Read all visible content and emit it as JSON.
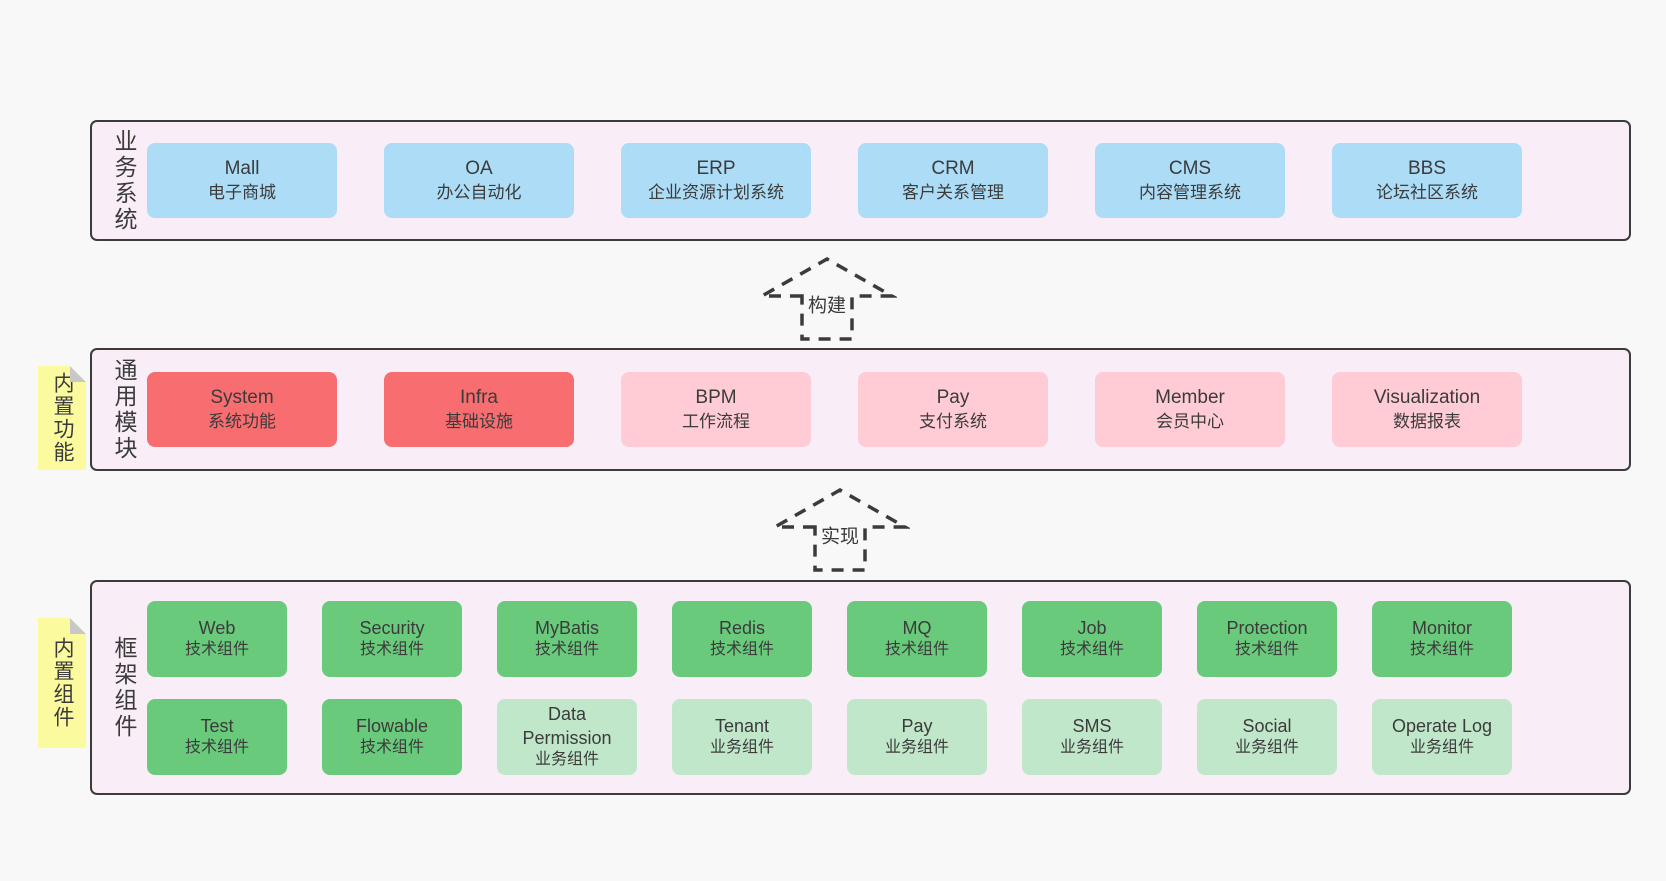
{
  "colors": {
    "page_bg": "#f8f8f8",
    "band_bg": "#f9edf8",
    "band_border": "#3b3b3b",
    "blue": "#addcf6",
    "red": "#f76d70",
    "pink": "#ffccd5",
    "green": "#69ca7b",
    "lightgreen": "#c0e7c9",
    "sticky_yellow": "#fbfa9e",
    "sticky_fold": "#c8c8c8",
    "text": "#3b3b3b"
  },
  "arrows": [
    {
      "label": "构建"
    },
    {
      "label": "实现"
    }
  ],
  "bands": [
    {
      "label": "业务系统",
      "rows": [
        [
          {
            "title": "Mall",
            "subtitle": "电子商城",
            "variant": "blue"
          },
          {
            "title": "OA",
            "subtitle": "办公自动化",
            "variant": "blue"
          },
          {
            "title": "ERP",
            "subtitle": "企业资源计划系统",
            "variant": "blue"
          },
          {
            "title": "CRM",
            "subtitle": "客户关系管理",
            "variant": "blue"
          },
          {
            "title": "CMS",
            "subtitle": "内容管理系统",
            "variant": "blue"
          },
          {
            "title": "BBS",
            "subtitle": "论坛社区系统",
            "variant": "blue"
          }
        ]
      ]
    },
    {
      "label": "通用模块",
      "sticky": "内置功能",
      "rows": [
        [
          {
            "title": "System",
            "subtitle": "系统功能",
            "variant": "red"
          },
          {
            "title": "Infra",
            "subtitle": "基础设施",
            "variant": "red"
          },
          {
            "title": "BPM",
            "subtitle": "工作流程",
            "variant": "pink"
          },
          {
            "title": "Pay",
            "subtitle": "支付系统",
            "variant": "pink"
          },
          {
            "title": "Member",
            "subtitle": "会员中心",
            "variant": "pink"
          },
          {
            "title": "Visualization",
            "subtitle": "数据报表",
            "variant": "pink"
          }
        ]
      ]
    },
    {
      "label": "框架组件",
      "sticky": "内置组件",
      "rows": [
        [
          {
            "title": "Web",
            "subtitle": "技术组件",
            "variant": "green"
          },
          {
            "title": "Security",
            "subtitle": "技术组件",
            "variant": "green"
          },
          {
            "title": "MyBatis",
            "subtitle": "技术组件",
            "variant": "green"
          },
          {
            "title": "Redis",
            "subtitle": "技术组件",
            "variant": "green"
          },
          {
            "title": "MQ",
            "subtitle": "技术组件",
            "variant": "green"
          },
          {
            "title": "Job",
            "subtitle": "技术组件",
            "variant": "green"
          },
          {
            "title": "Protection",
            "subtitle": "技术组件",
            "variant": "green"
          },
          {
            "title": "Monitor",
            "subtitle": "技术组件",
            "variant": "green"
          }
        ],
        [
          {
            "title": "Test",
            "subtitle": "技术组件",
            "variant": "green"
          },
          {
            "title": "Flowable",
            "subtitle": "技术组件",
            "variant": "green"
          },
          {
            "title": "Data Permission",
            "subtitle": "业务组件",
            "variant": "lightgreen"
          },
          {
            "title": "Tenant",
            "subtitle": "业务组件",
            "variant": "lightgreen"
          },
          {
            "title": "Pay",
            "subtitle": "业务组件",
            "variant": "lightgreen"
          },
          {
            "title": "SMS",
            "subtitle": "业务组件",
            "variant": "lightgreen"
          },
          {
            "title": "Social",
            "subtitle": "业务组件",
            "variant": "lightgreen"
          },
          {
            "title": "Operate Log",
            "subtitle": "业务组件",
            "variant": "lightgreen"
          }
        ]
      ]
    }
  ]
}
